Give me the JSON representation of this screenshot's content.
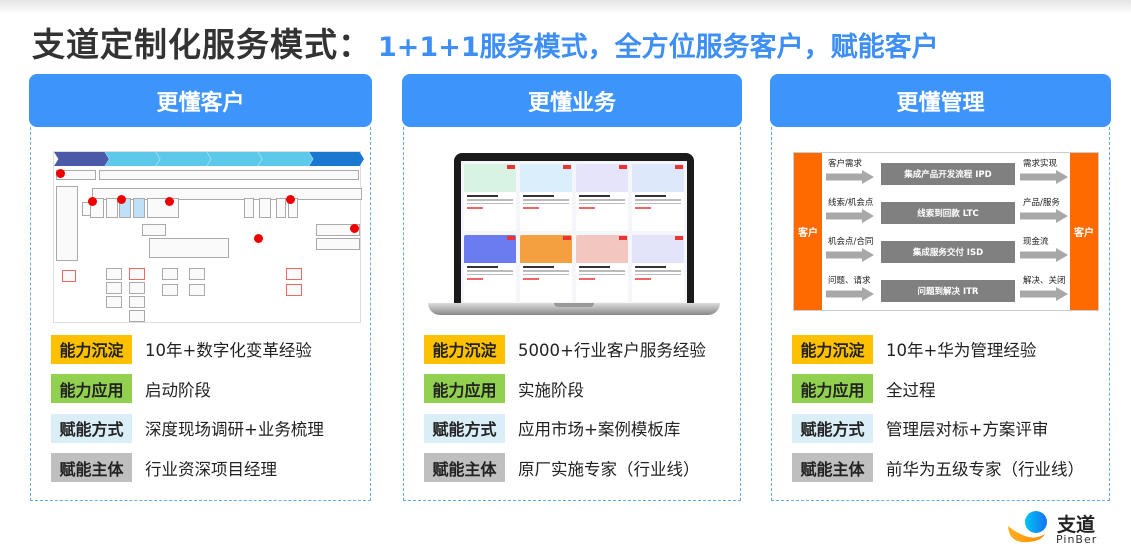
{
  "title": {
    "main": "支道定制化服务模式：",
    "sub": "1+1+1服务模式，全方位服务客户，赋能客户"
  },
  "tag_colors": {
    "能力沉淀": "#ffc000",
    "能力应用": "#92d050",
    "赋能方式": "#daeef7",
    "赋能主体": "#bfbfbf"
  },
  "accent": "#3d94fb",
  "cards": [
    {
      "header": "更懂客户",
      "rows": [
        {
          "tag": "能力沉淀",
          "text": "10年+数字化变革经验"
        },
        {
          "tag": "能力应用",
          "text": "启动阶段"
        },
        {
          "tag": "赋能方式",
          "text": "深度现场调研+业务梳理"
        },
        {
          "tag": "赋能主体",
          "text": "行业资深项目经理"
        }
      ]
    },
    {
      "header": "更懂业务",
      "rows": [
        {
          "tag": "能力沉淀",
          "text": "5000+行业客户服务经验"
        },
        {
          "tag": "能力应用",
          "text": "实施阶段"
        },
        {
          "tag": "赋能方式",
          "text": "应用市场+案例模板库"
        },
        {
          "tag": "赋能主体",
          "text": "原厂实施专家（行业线）"
        }
      ]
    },
    {
      "header": "更懂管理",
      "rows": [
        {
          "tag": "能力沉淀",
          "text": "10年+华为管理经验"
        },
        {
          "tag": "能力应用",
          "text": "全过程"
        },
        {
          "tag": "赋能方式",
          "text": "管理层对标+方案评审"
        },
        {
          "tag": "赋能主体",
          "text": "前华为五级专家（行业线）"
        }
      ],
      "diagram": {
        "customer": "客户",
        "processes": [
          {
            "input": "客户需求",
            "name": "集成产品开发流程  IPD",
            "output": "需求实现"
          },
          {
            "input": "线索/机会点",
            "name": "线索到回款  LTC",
            "output": "产品/服务"
          },
          {
            "input": "机会点/合同",
            "name": "集成服务交付  ISD",
            "output": "现金流"
          },
          {
            "input": "问题、请求",
            "name": "问题到解决  ITR",
            "output": "解决、关闭"
          }
        ]
      }
    }
  ],
  "logo": {
    "cn": "支道",
    "en": "PinBer"
  }
}
